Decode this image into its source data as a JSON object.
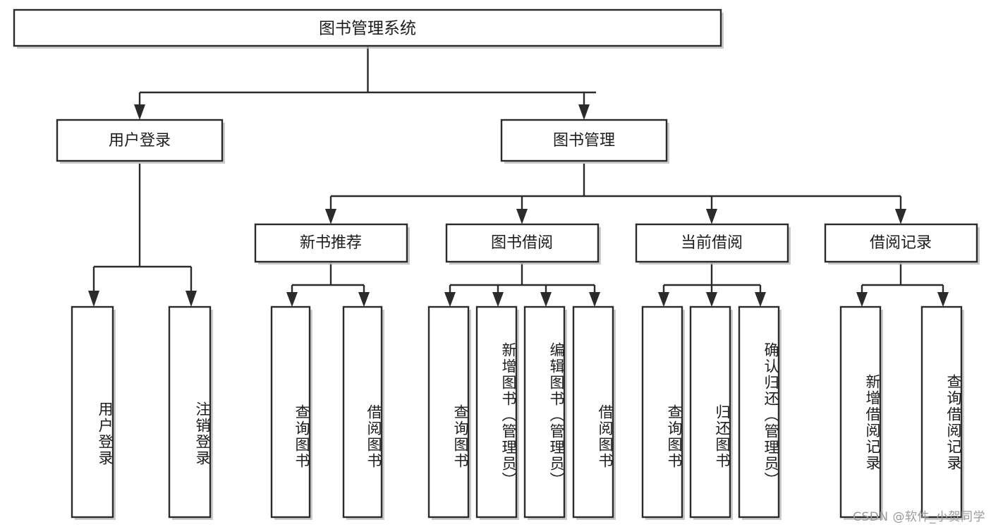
{
  "diagram": {
    "type": "tree-hierarchy-chart",
    "title": "图书管理系统",
    "background_color": "#ffffff",
    "box_stroke_color": "#2b2b2b",
    "box_fill_color": "#ffffff",
    "text_color": "#1c1c1c",
    "root": {
      "id": "root",
      "label": "图书管理系统"
    },
    "level2": [
      {
        "id": "user-login",
        "label": "用户登录"
      },
      {
        "id": "book-manage",
        "label": "图书管理"
      }
    ],
    "level3": [
      {
        "id": "new-book-recommend",
        "label": "新书推荐",
        "parent": "book-manage"
      },
      {
        "id": "book-borrow",
        "label": "图书借阅",
        "parent": "book-manage"
      },
      {
        "id": "current-borrow",
        "label": "当前借阅",
        "parent": "book-manage"
      },
      {
        "id": "borrow-record",
        "label": "借阅记录",
        "parent": "book-manage"
      }
    ],
    "leaves": [
      {
        "id": "leaf-user-login",
        "label": "用户登录",
        "parent": "user-login"
      },
      {
        "id": "leaf-user-logout",
        "label": "注销登录",
        "parent": "user-login"
      },
      {
        "id": "leaf-query-book-1",
        "label": "查询图书",
        "parent": "new-book-recommend"
      },
      {
        "id": "leaf-borrow-book-1",
        "label": "借阅图书",
        "parent": "new-book-recommend"
      },
      {
        "id": "leaf-query-book-2",
        "label": "查询图书",
        "parent": "book-borrow"
      },
      {
        "id": "leaf-add-book",
        "label": "新增图书（管理员）",
        "parent": "book-borrow"
      },
      {
        "id": "leaf-edit-book",
        "label": "编辑图书（管理员）",
        "parent": "book-borrow"
      },
      {
        "id": "leaf-borrow-book-2",
        "label": "借阅图书",
        "parent": "book-borrow"
      },
      {
        "id": "leaf-query-book-3",
        "label": "查询图书",
        "parent": "current-borrow"
      },
      {
        "id": "leaf-return-book",
        "label": "归还图书",
        "parent": "current-borrow"
      },
      {
        "id": "leaf-confirm-return",
        "label": "确认归还（管理员）",
        "parent": "current-borrow"
      },
      {
        "id": "leaf-add-record",
        "label": "新增借阅记录",
        "parent": "borrow-record"
      },
      {
        "id": "leaf-query-record",
        "label": "查询借阅记录",
        "parent": "borrow-record"
      }
    ]
  },
  "watermark": {
    "text": "CSDN @软件_小贺同学"
  }
}
